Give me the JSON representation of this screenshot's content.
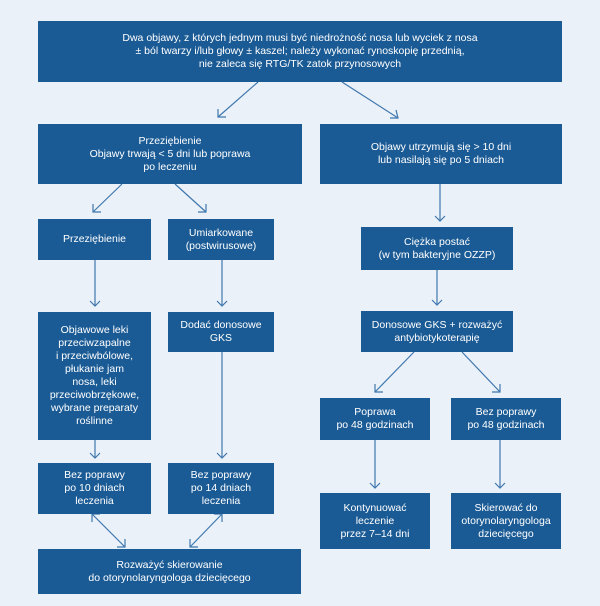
{
  "boxes": {
    "top": "Dwa objawy, z których jednym musi być niedrożność nosa lub wyciek z nosa\n± ból twarzy i/lub głowy ± kaszel; należy wykonać rynoskopię przednią,\nnie zaleca się RTG/TK zatok przynosowych",
    "left_main": "Przeziębienie\nObjawy trwają < 5 dni lub poprawa\npo leczeniu",
    "right_main": "Objawy utrzymują się > 10 dni\nlub nasilają się po 5 dniach",
    "cold": "Przeziębienie",
    "moderate": "Umiarkowane\n(postwirusowe)",
    "severe": "Ciężka postać\n(w tym bakteryjne OZZP)",
    "symptomatic": "Objawowe leki\nprzeciwzapalne\ni przeciwbólowe,\npłukanie jam\nnosa, leki\nprzeciwobrzękowe,\nwybrane preparaty\nroślinne",
    "add_gks": "Dodać donosowe\nGKS",
    "gks_antibiotic": "Donosowe GKS + rozważyć\nantybiotykoterapię",
    "improve_48": "Poprawa\npo 48 godzinach",
    "no_improve_48": "Bez poprawy\npo 48 godzinach",
    "no_improve_10": "Bez poprawy\npo 10 dniach\nleczenia",
    "no_improve_14": "Bez poprawy\npo 14 dniach\nleczenia",
    "continue": "Kontynuować\nleczenie\nprzez 7–14 dni",
    "refer_right": "Skierować do\notorynolaryngologa\ndziecięcego",
    "refer_bottom": "Rozważyć skierowanie\ndo otorynolaryngologa dziecięcego"
  },
  "colors": {
    "background": "#eaf1f9",
    "box": "#1b5b95",
    "arrow": "#3f77ad",
    "text": "#ffffff"
  }
}
